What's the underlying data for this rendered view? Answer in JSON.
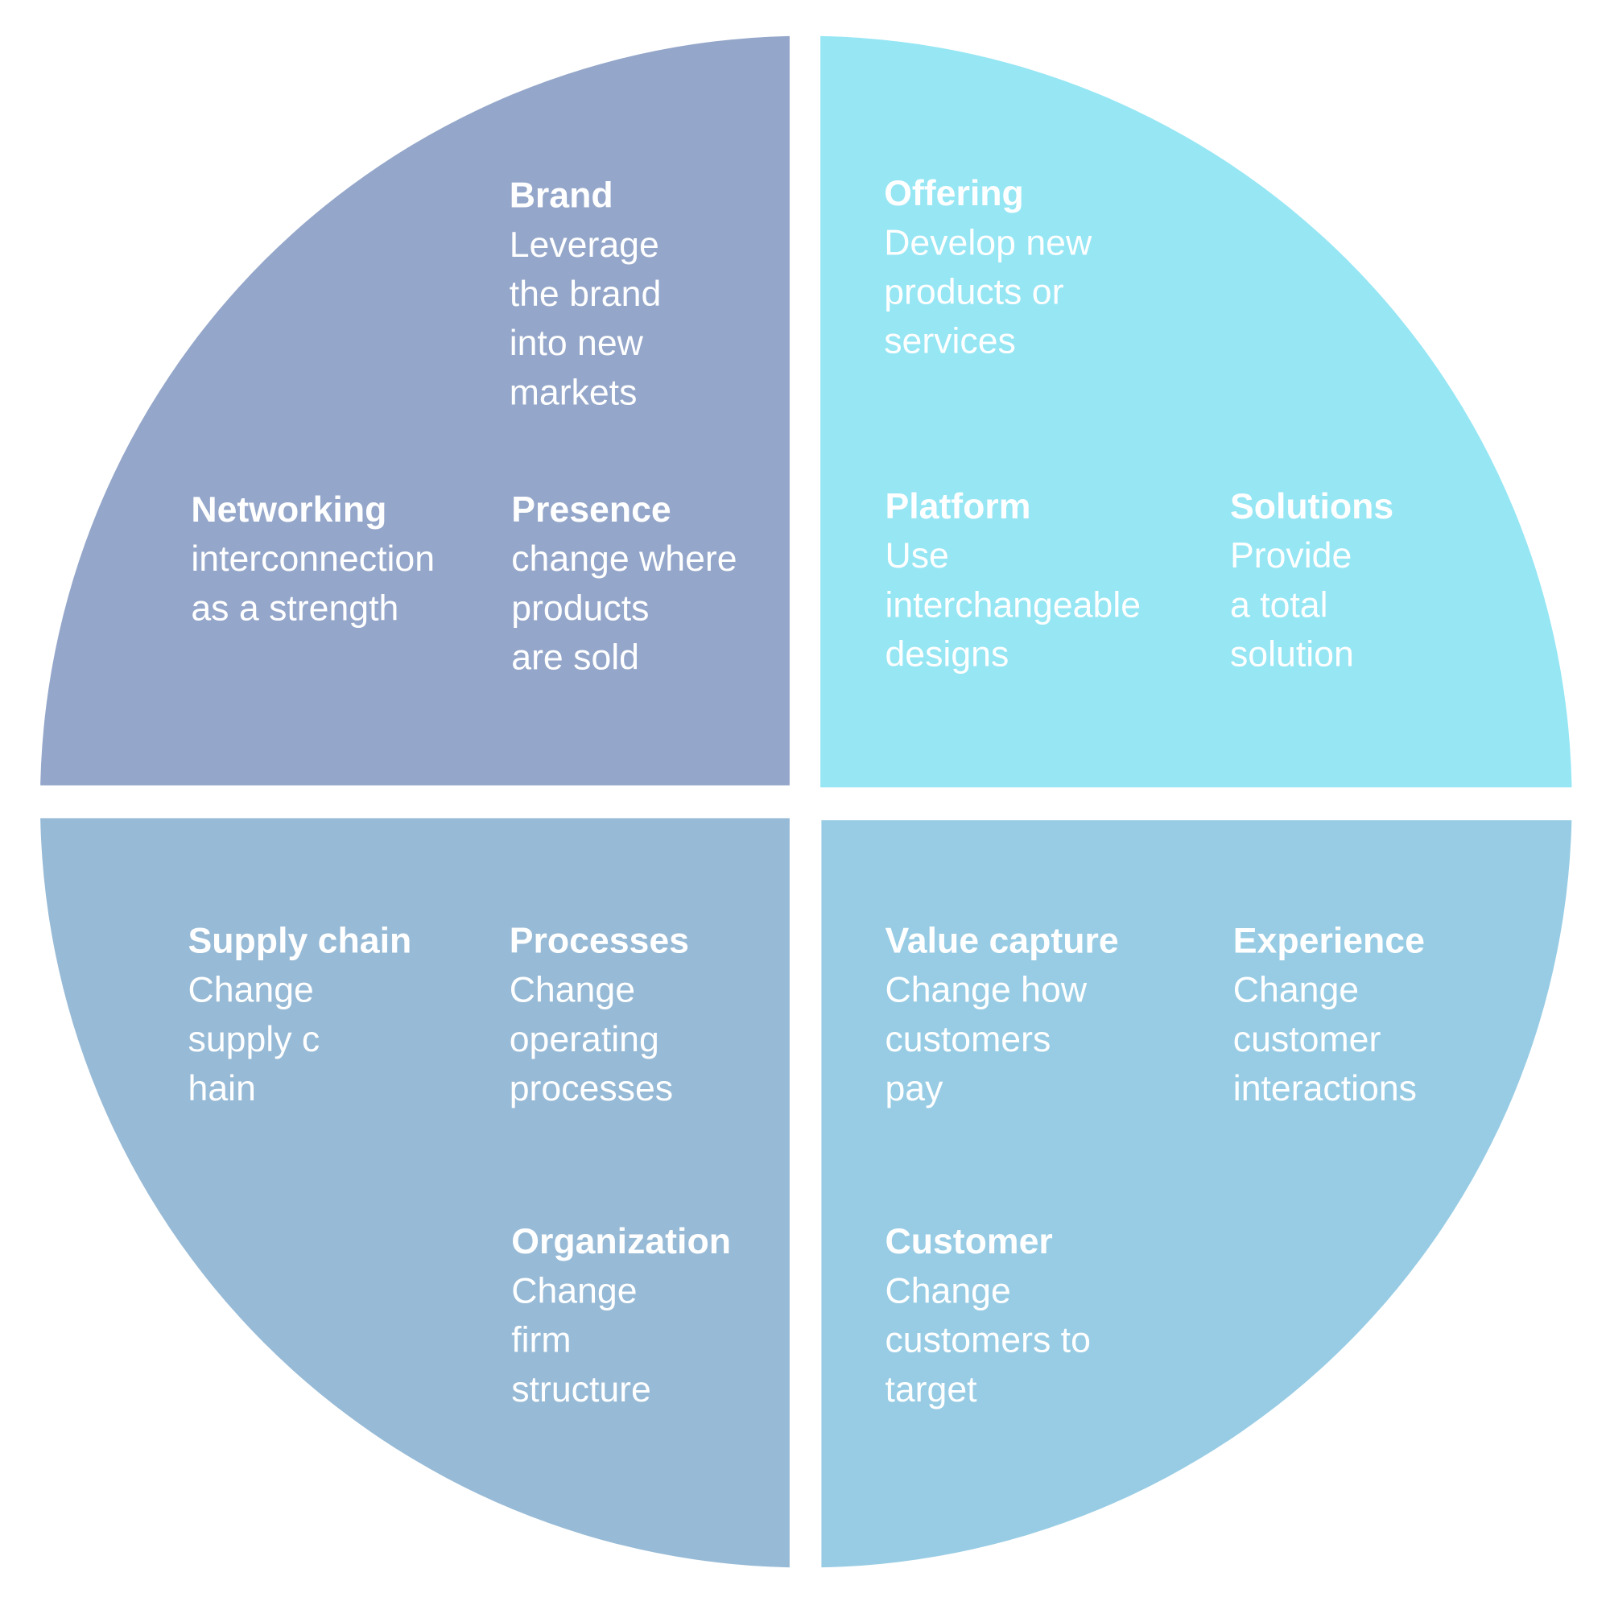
{
  "colors": {
    "top_left": "#94a6c9",
    "top_right": "#96e6f4",
    "bottom_left": "#97bad6",
    "bottom_right": "#98cce4"
  },
  "quadrants": {
    "top_left": [
      {
        "title": "Brand",
        "lines": [
          "Leverage",
          "the brand",
          "into new",
          "markets"
        ]
      },
      {
        "title": "Networking",
        "lines": [
          "interconnection",
          "as a strength"
        ]
      },
      {
        "title": "Presence",
        "lines": [
          "change where",
          "products",
          "are sold"
        ]
      }
    ],
    "top_right": [
      {
        "title": "Offering",
        "lines": [
          "Develop new",
          "products or",
          "services"
        ]
      },
      {
        "title": "Platform",
        "lines": [
          "Use",
          "interchangeable",
          "designs"
        ]
      },
      {
        "title": "Solutions",
        "lines": [
          "Provide",
          "a total",
          "solution"
        ]
      }
    ],
    "bottom_left": [
      {
        "title": "Supply chain",
        "lines": [
          "Change",
          "supply c",
          "hain"
        ]
      },
      {
        "title": "Processes",
        "lines": [
          "Change",
          "operating",
          "processes"
        ]
      },
      {
        "title": "Organization",
        "lines": [
          "Change",
          "firm",
          "structure"
        ]
      }
    ],
    "bottom_right": [
      {
        "title": "Value capture",
        "lines": [
          "Change how",
          "customers",
          "pay"
        ]
      },
      {
        "title": "Experience",
        "lines": [
          "Change",
          "customer",
          "interactions"
        ]
      },
      {
        "title": "Customer",
        "lines": [
          "Change",
          "customers to",
          "target"
        ]
      }
    ]
  }
}
